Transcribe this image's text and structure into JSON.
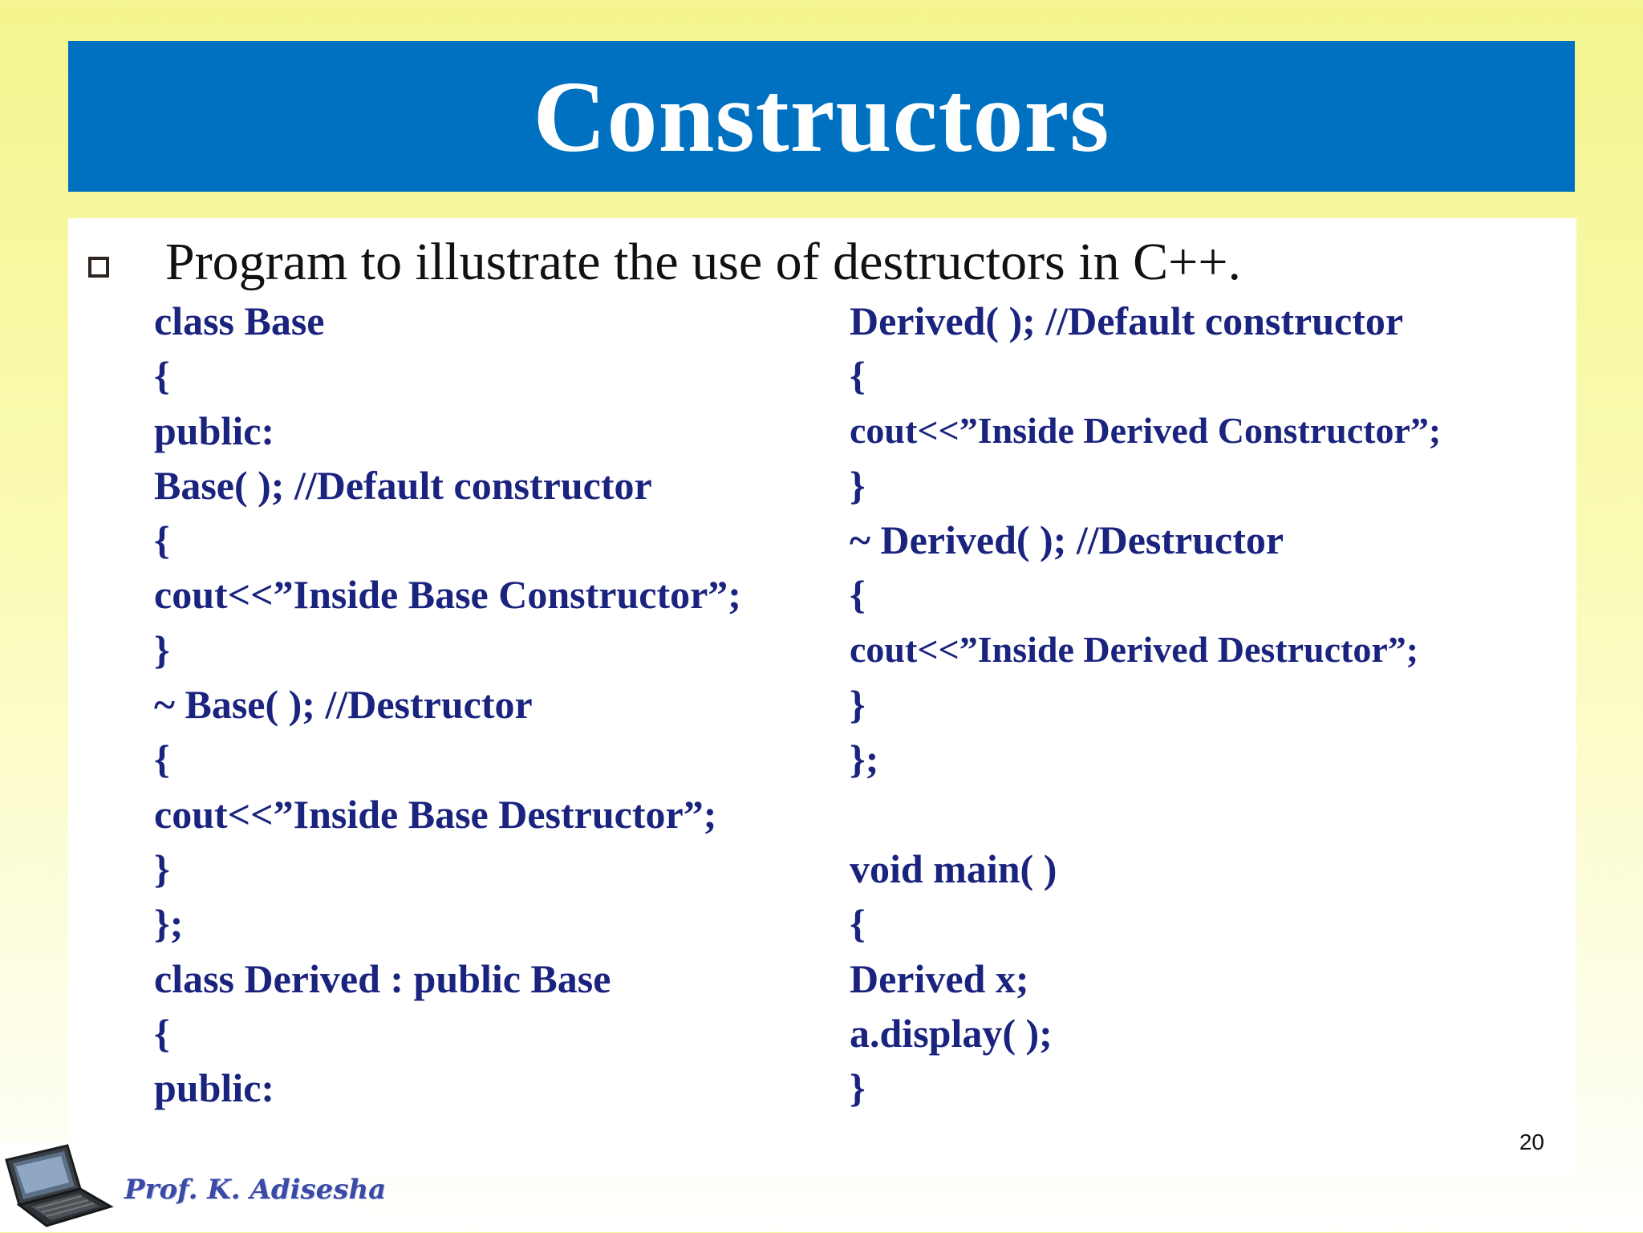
{
  "slide": {
    "title": "Constructors",
    "bullet_text": "Program to illustrate the use of destructors in C++.",
    "page_number": "20",
    "author": "Prof. K. Adisesha"
  },
  "code": {
    "left": [
      "class Base",
      "{",
      "public:",
      "Base( ); //Default constructor",
      "{",
      "cout<<”Inside Base Constructor”;",
      "}",
      "~ Base( ); //Destructor",
      "{",
      "cout<<”Inside Base Destructor”;",
      "}",
      "};",
      "class Derived : public Base",
      "{",
      "public:"
    ],
    "right": [
      "Derived( ); //Default constructor",
      "{",
      "cout<<”Inside Derived Constructor”;",
      "}",
      "~ Derived( ); //Destructor",
      "{",
      "cout<<”Inside Derived Destructor”;",
      "}",
      "};",
      "",
      "void main( )",
      "{",
      "Derived x;",
      "a.display( );",
      "}"
    ]
  },
  "colors": {
    "title_bar": "#0070c0",
    "code_text": "#1a237e",
    "background_top": "#f4f58e"
  },
  "icons": {
    "bullet": "hollow-square-bullet-icon",
    "logo": "laptop-icon"
  }
}
